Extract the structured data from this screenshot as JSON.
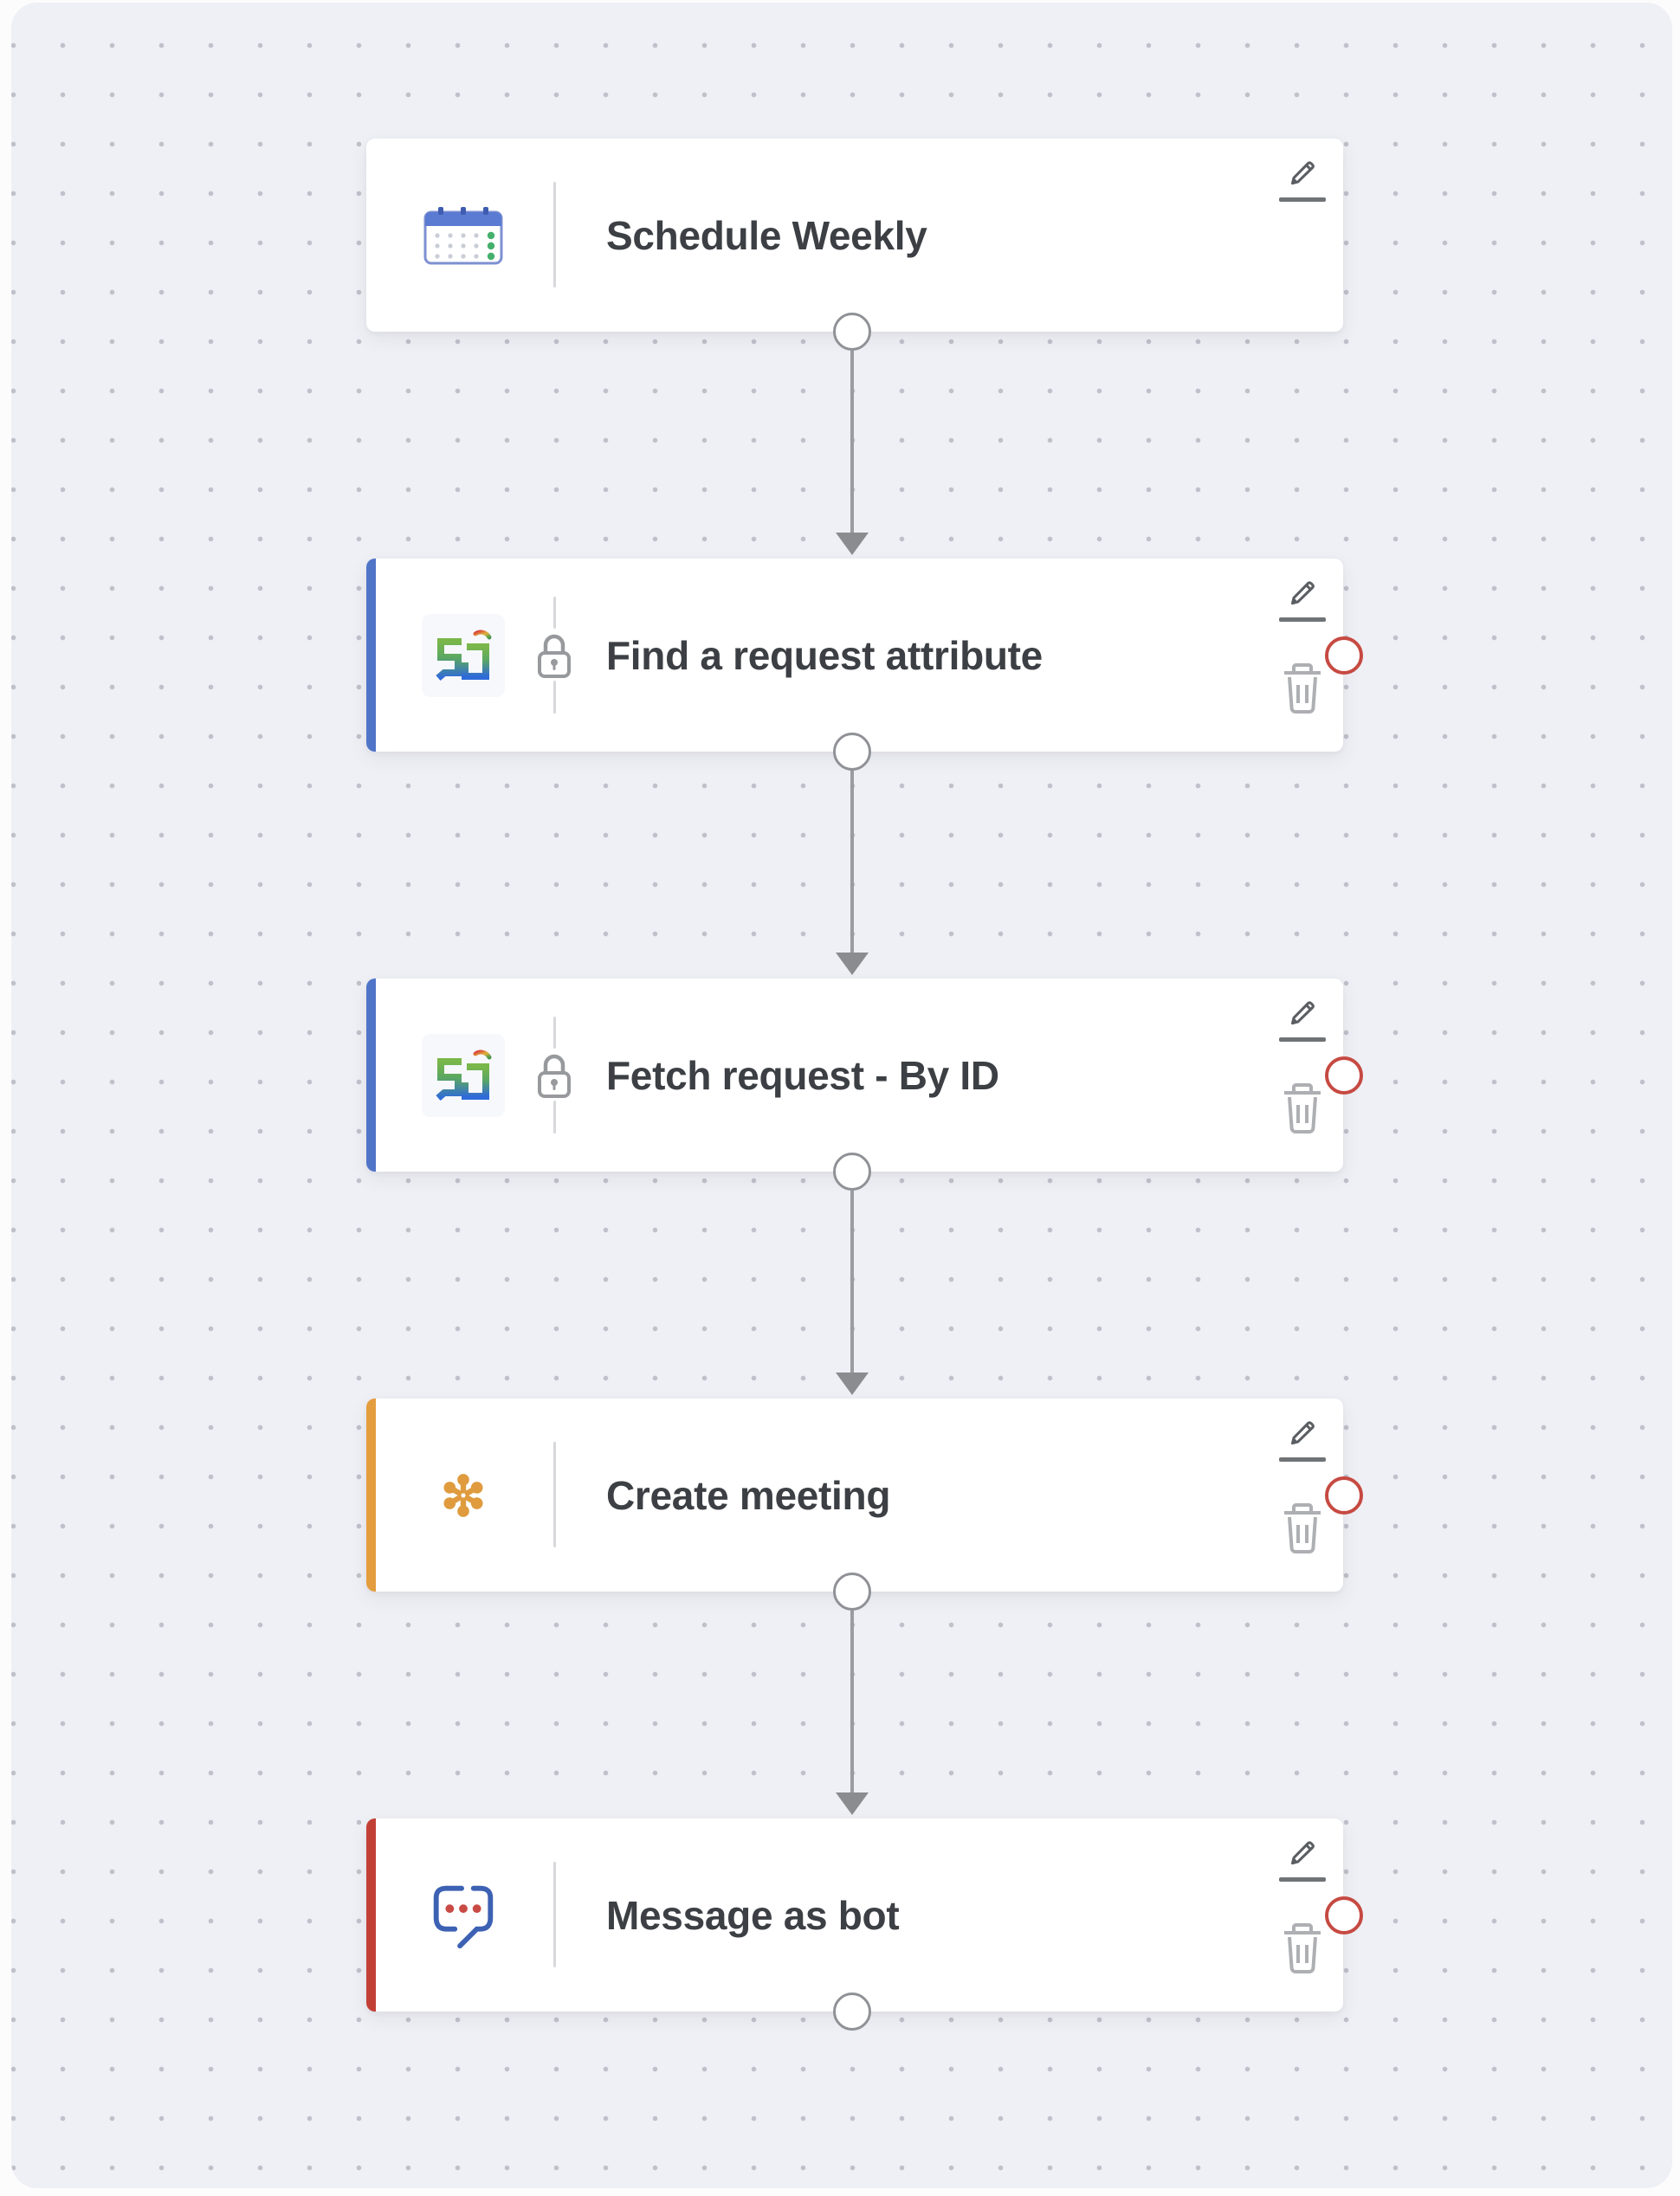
{
  "canvas": {
    "kind": "workflow-builder-dotted-canvas"
  },
  "theme": {
    "page_bg": "#fcfcfd",
    "canvas_bg": "#eff0f5",
    "dot_color": "#bfc0ca",
    "card_bg": "#ffffff",
    "title_color": "#3c3f43",
    "accent_blue": "#5074c8",
    "accent_orange": "#e49d3e",
    "accent_red": "#c23f36",
    "connector_gray": "#9a9ca0",
    "port_red": "#c64a42",
    "port_gray": "#8f9196",
    "icon_gray": "#aeafb3",
    "pencil_gray": "#5b5e62"
  },
  "nodes": [
    {
      "label": "Schedule Weekly",
      "icon": "calendar-icon",
      "role": "trigger"
    },
    {
      "label": "Find a request attribute",
      "icon": "servicedeskplus-icon",
      "locked": true,
      "accent": "#5074c8"
    },
    {
      "label": "Fetch request - By ID",
      "icon": "servicedeskplus-icon",
      "locked": true,
      "accent": "#5074c8"
    },
    {
      "label": "Create meeting",
      "icon": "flower-asterisk-icon",
      "locked": false,
      "accent": "#e49d3e"
    },
    {
      "label": "Message as bot",
      "icon": "chat-bubble-icon",
      "locked": false,
      "accent": "#c23f36"
    }
  ]
}
